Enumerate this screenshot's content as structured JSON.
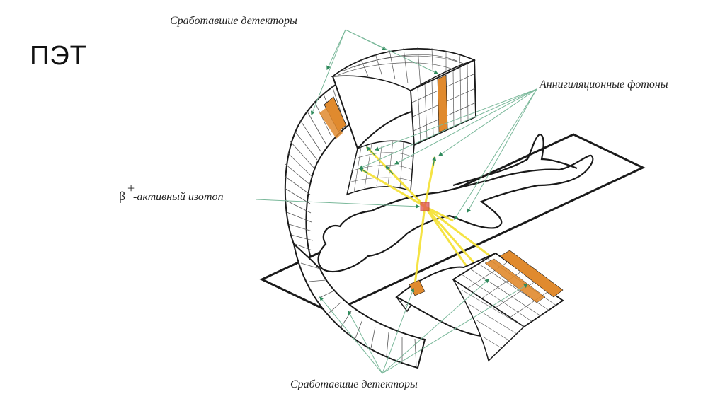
{
  "slide": {
    "title": "ПЭТ"
  },
  "diagram": {
    "labels": {
      "detectors_top": "Сработавшие детекторы",
      "detectors_bottom": "Сработавшие детекторы",
      "photons": "Аннигиляционные фотоны",
      "isotope_symbol": "β",
      "isotope_sup": "+",
      "isotope_text": "-активный изотоп"
    },
    "colors": {
      "detector_active": "#e08a2e",
      "photon_ray": "#f5e23a",
      "pointer_line": "#7ab89a",
      "isotope_marker": "#e05050",
      "outline": "#1a1a1a"
    }
  }
}
